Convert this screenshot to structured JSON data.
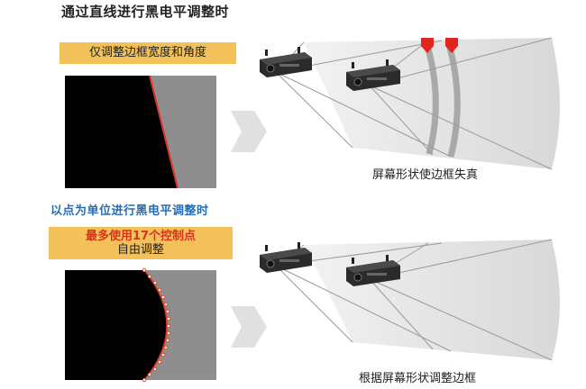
{
  "heading_line": "通过直线进行黑电平调整时",
  "heading_point": "以点为单位进行黑电平调整时",
  "banner_line": "仅调整边框宽度和角度",
  "banner_point_line1": "最多使用17个控制点",
  "banner_point_line2": "自由调整",
  "caption_top": "屏幕形状使边框失真",
  "caption_bottom": "根据屏幕形状调整边框",
  "colors": {
    "accent_banner": "#f2c15a",
    "heading_blue": "#2a6db0",
    "edge_red": "#e03020",
    "marker_red": "#e0251b"
  }
}
